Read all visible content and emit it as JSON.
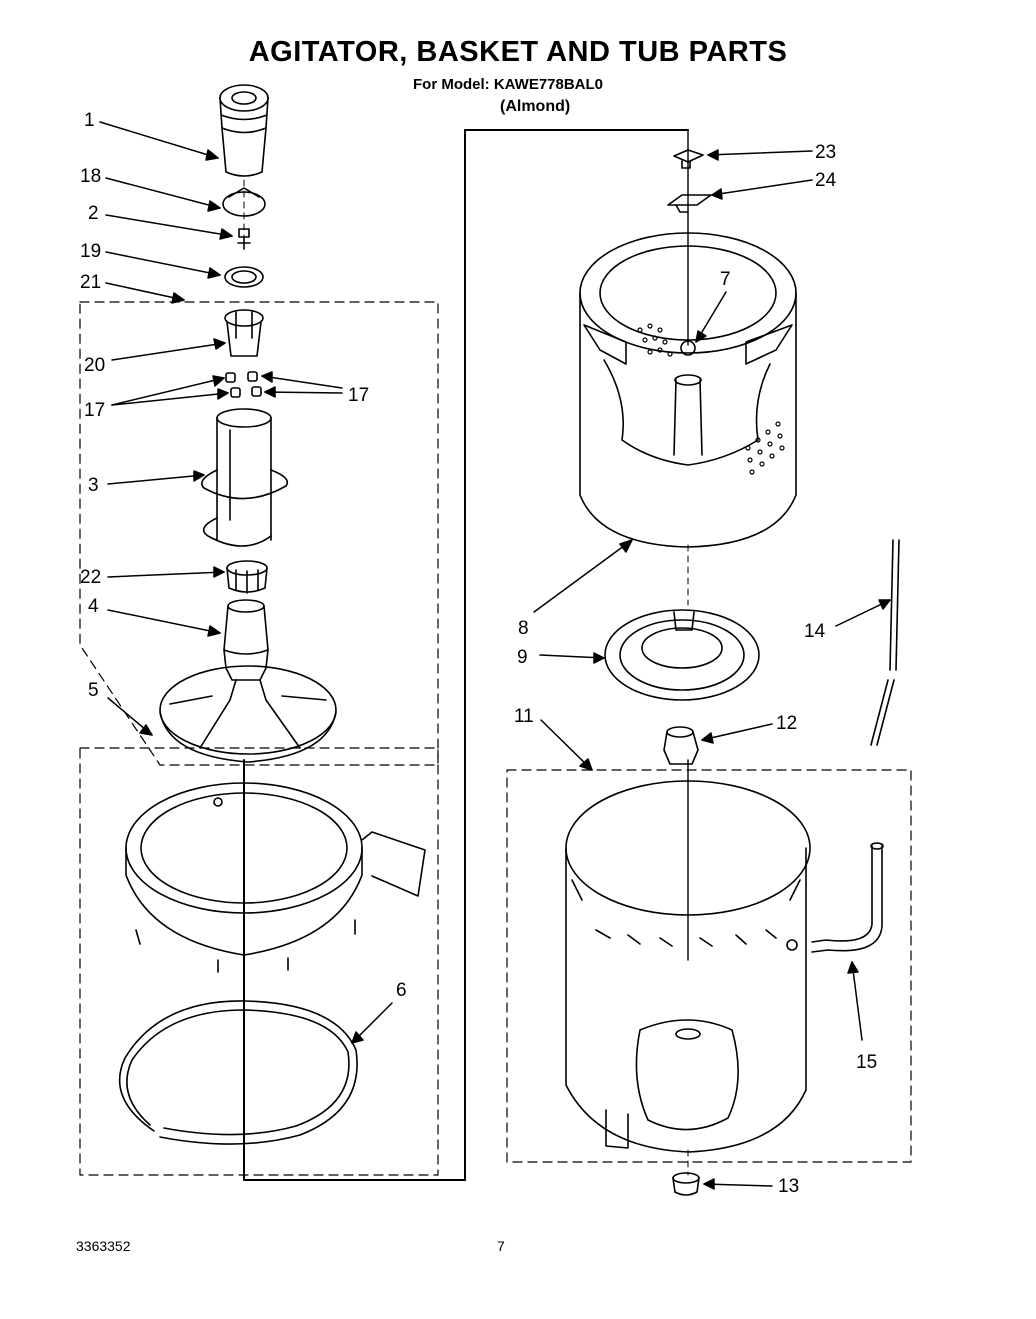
{
  "page": {
    "title": "AGITATOR, BASKET AND TUB PARTS",
    "model": "For Model: KAWE778BAL0",
    "color_variant": "(Almond)",
    "doc_number": "3363352",
    "page_number": "7"
  },
  "callouts": {
    "p1": "1",
    "p18": "18",
    "p2": "2",
    "p19": "19",
    "p21": "21",
    "p20": "20",
    "p17a": "17",
    "p17b": "17",
    "p3": "3",
    "p22": "22",
    "p4": "4",
    "p5": "5",
    "p6": "6",
    "p23": "23",
    "p24": "24",
    "p7": "7",
    "p8": "8",
    "p14": "14",
    "p9": "9",
    "p11": "11",
    "p12": "12",
    "p15": "15",
    "p13": "13"
  }
}
